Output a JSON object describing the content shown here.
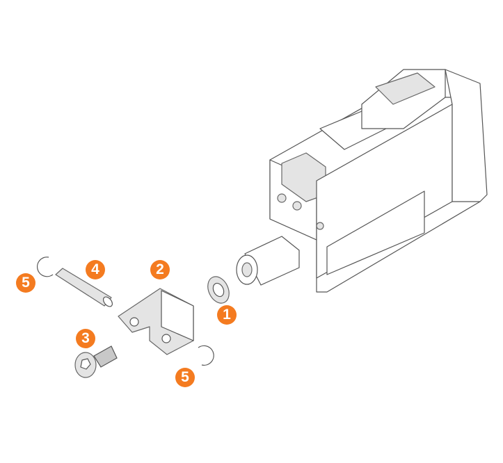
{
  "diagram": {
    "accent_color": "#f47b20",
    "callouts": [
      {
        "label": "1",
        "part": "lock-washer"
      },
      {
        "label": "2",
        "part": "clevis-bracket"
      },
      {
        "label": "3",
        "part": "socket-head-screw"
      },
      {
        "label": "4",
        "part": "clevis-pin"
      },
      {
        "label": "5",
        "part": "e-clip-left"
      },
      {
        "label": "5",
        "part": "e-clip-right"
      }
    ]
  }
}
